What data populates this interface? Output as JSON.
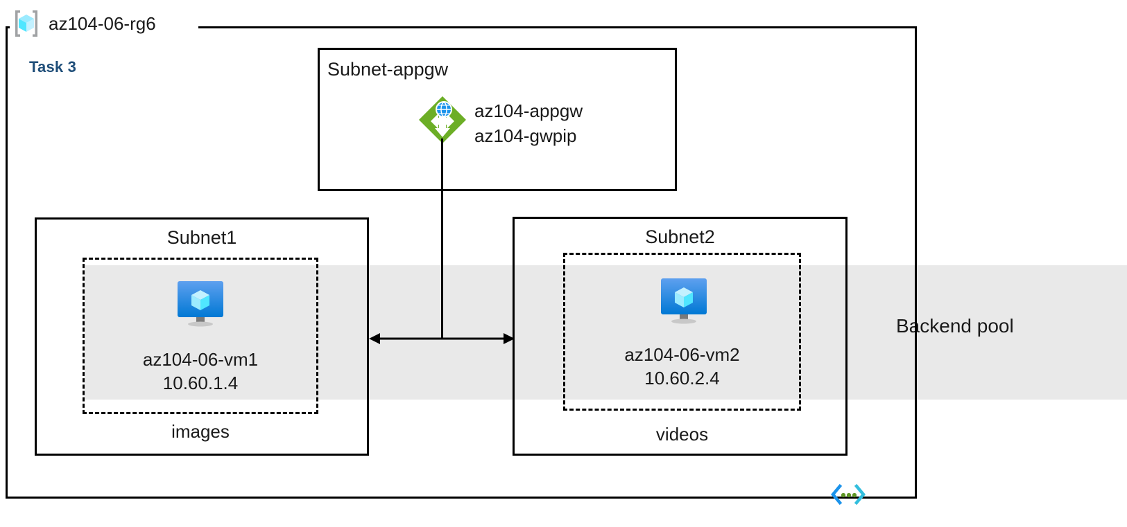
{
  "diagram": {
    "resource_group": {
      "name": "az104-06-rg6",
      "icon": "resource-group-icon"
    },
    "task_label": "Task 3",
    "backend_pool": {
      "label": "Backend pool",
      "band_color": "#e9e9e9"
    },
    "subnets": [
      {
        "id": "subnet-appgw",
        "title": "Subnet-appgw",
        "resources": [
          {
            "icon": "application-gateway-icon",
            "lines": [
              "az104-appgw",
              "az104-gwpip"
            ],
            "icon_color": "#6cae26"
          }
        ]
      },
      {
        "id": "subnet1",
        "title": "Subnet1",
        "vm": {
          "icon": "virtual-machine-icon",
          "name": "az104-06-vm1",
          "ip": "10.60.1.4"
        },
        "storage_label": "images"
      },
      {
        "id": "subnet2",
        "title": "Subnet2",
        "vm": {
          "icon": "virtual-machine-icon",
          "name": "az104-06-vm2",
          "ip": "10.60.2.4"
        },
        "storage_label": "videos"
      }
    ],
    "footer_icon": "code-chevron-icon",
    "colors": {
      "task_accent": "#1f4e79",
      "gateway_green": "#6cae26",
      "vm_blue": "#1b93eb",
      "cube_cyan": "#50e6ff",
      "bracket_gray": "#a0a2a4",
      "stroke": "#000000"
    }
  }
}
